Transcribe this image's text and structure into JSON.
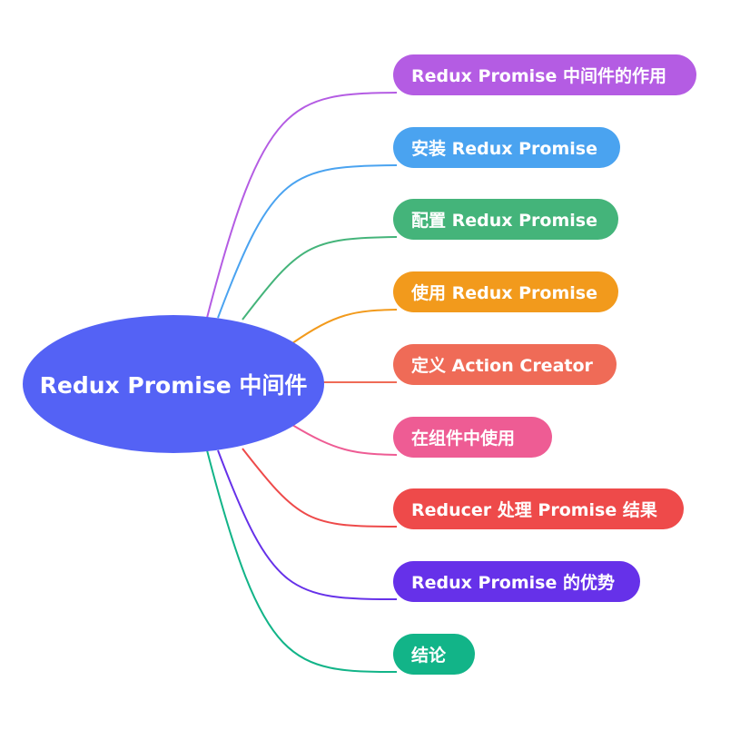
{
  "root": {
    "label": "Redux Promise 中间件",
    "color": "#5462f5"
  },
  "branches": [
    {
      "label": "Redux Promise 中间件的作用",
      "color": "#b45ce3"
    },
    {
      "label": "安装 Redux Promise",
      "color": "#4aa3f0"
    },
    {
      "label": "配置 Redux Promise",
      "color": "#44b47a"
    },
    {
      "label": "使用 Redux Promise",
      "color": "#f29a1c"
    },
    {
      "label": "定义 Action Creator",
      "color": "#ef6b57"
    },
    {
      "label": "在组件中使用",
      "color": "#ee5c94"
    },
    {
      "label": "Reducer 处理 Promise 结果",
      "color": "#ee4a4a"
    },
    {
      "label": "Redux Promise 的优势",
      "color": "#6631e9"
    },
    {
      "label": "结论",
      "color": "#12b488"
    }
  ]
}
